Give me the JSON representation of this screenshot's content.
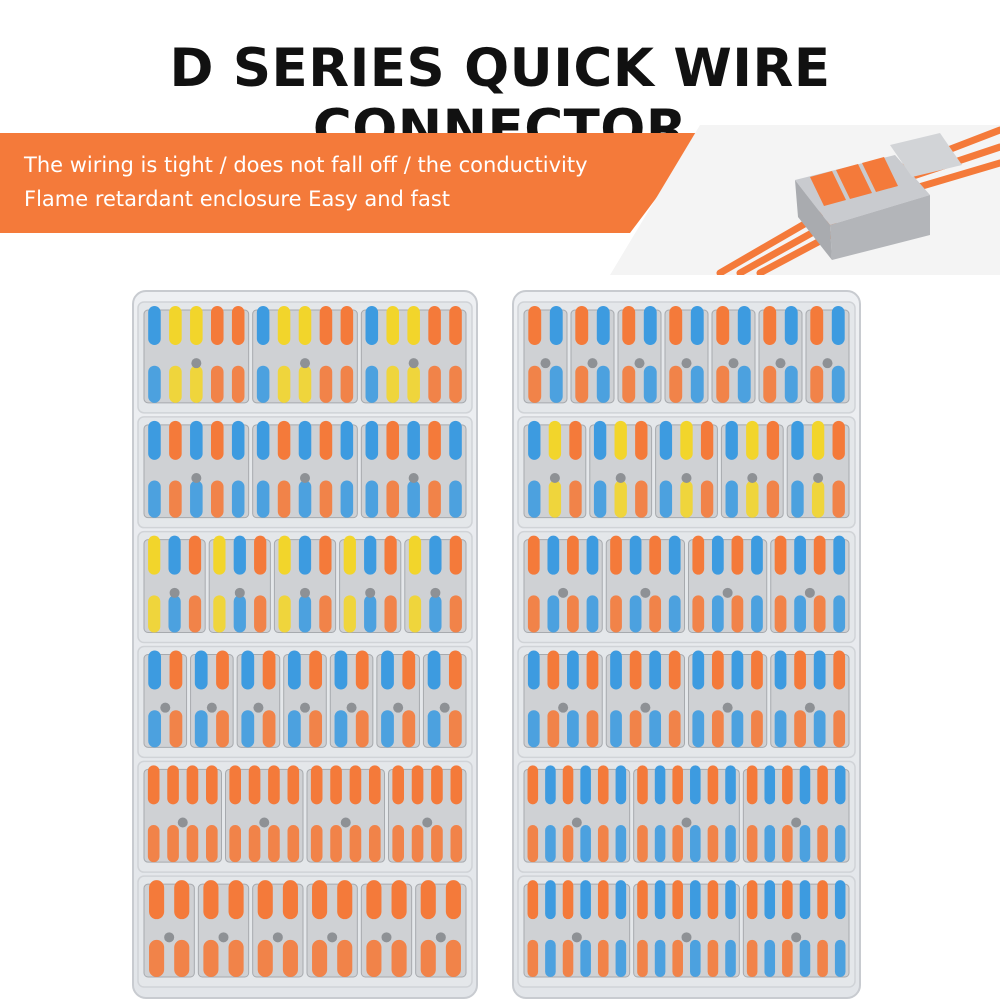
{
  "title": "D SERIES QUICK WIRE CONNECTOR",
  "tagline": {
    "line1": "The wiring is tight / does not fall off / the conductivity",
    "line2": "Flame retardant enclosure Easy and fast"
  },
  "colors": {
    "accent_orange": "#f47a3a",
    "lever_blue": "#3d9be0",
    "lever_yellow": "#f2d52b",
    "housing_gray": "#cfd1d4"
  },
  "left_box_rows": [
    {
      "count": 3,
      "poles": 5,
      "pattern": [
        "b",
        "y",
        "y",
        "o",
        "o"
      ]
    },
    {
      "count": 3,
      "poles": 5,
      "pattern": [
        "b",
        "o",
        "b",
        "o",
        "b"
      ]
    },
    {
      "count": 5,
      "poles": 3,
      "pattern": [
        "y",
        "b",
        "o"
      ]
    },
    {
      "count": 7,
      "poles": 2,
      "pattern": [
        "b",
        "o"
      ]
    },
    {
      "count": 4,
      "poles": 4,
      "pattern": [
        "o",
        "o",
        "o",
        "o"
      ]
    },
    {
      "count": 6,
      "poles": 2,
      "pattern": [
        "o",
        "o"
      ]
    }
  ],
  "right_box_rows": [
    {
      "count": 7,
      "poles": 2,
      "pattern": [
        "o",
        "b"
      ]
    },
    {
      "count": 5,
      "poles": 3,
      "pattern": [
        "b",
        "y",
        "o"
      ]
    },
    {
      "count": 4,
      "poles": 4,
      "pattern": [
        "o",
        "b",
        "o",
        "b"
      ]
    },
    {
      "count": 4,
      "poles": 4,
      "pattern": [
        "b",
        "o",
        "b",
        "o"
      ]
    },
    {
      "count": 3,
      "poles": 6,
      "pattern": [
        "o",
        "b",
        "o",
        "b",
        "o",
        "b"
      ]
    },
    {
      "count": 3,
      "poles": 6,
      "pattern": [
        "o",
        "b",
        "o",
        "b",
        "o",
        "b"
      ]
    }
  ]
}
